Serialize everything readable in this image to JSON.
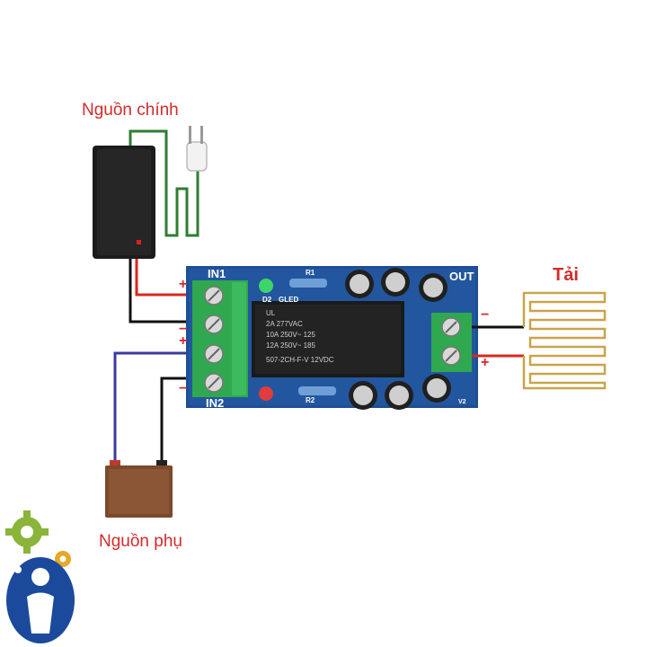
{
  "labels": {
    "main_source": "Nguồn chính",
    "backup_source": "Nguồn phụ",
    "load": "Tải"
  },
  "board": {
    "in1": "IN1",
    "in2": "IN2",
    "out": "OUT",
    "relay_line1": "UL",
    "relay_line2": "2A 277VAC",
    "relay_line3": "10A 250V~ 125",
    "relay_line4": "12A 250V~ 185",
    "relay_line5": "507-2CH-F-V  12VDC",
    "led_green_label": "D2",
    "led_label": "GLED",
    "r1": "R1",
    "r2": "R2",
    "v2": "V2"
  },
  "signs": {
    "in1_plus": "+",
    "in1_minus": "−",
    "in2_plus": "+",
    "in2_minus": "−",
    "out_minus": "−",
    "out_plus": "+"
  },
  "colors": {
    "board": "#1f4f93",
    "terminal": "#2fa84f",
    "wire_red": "#d8281f",
    "wire_black": "#111111",
    "wire_blue": "#3a3aa0",
    "wire_green": "#2e7d32",
    "heater": "#c9a44a",
    "battery": "#7a4a2a",
    "label_red": "#d42a2a"
  },
  "icons": [
    "power-adapter-icon",
    "plug-icon",
    "battery-icon",
    "heater-load-icon",
    "gear-icon",
    "person-logo-icon"
  ]
}
